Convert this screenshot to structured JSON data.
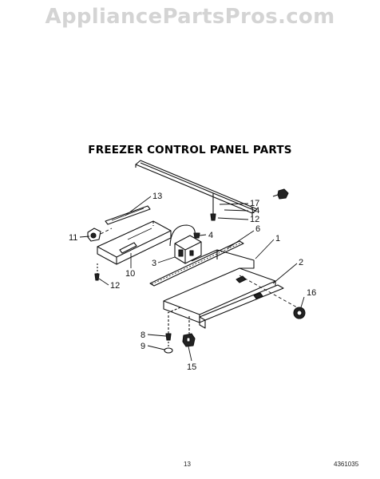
{
  "watermark": "AppliancePartsPros.com",
  "title": "FREEZER CONTROL PANEL PARTS",
  "callouts": {
    "c1": "1",
    "c2": "2",
    "c3": "3",
    "c4": "4",
    "c6": "6",
    "c8": "8",
    "c9": "9",
    "c10": "10",
    "c11": "11",
    "c12a": "12",
    "c12b": "12",
    "c13": "13",
    "c14": "14",
    "c15": "15",
    "c16": "16",
    "c17": "17"
  },
  "footer": {
    "page_number": "13",
    "document_number": "4361035"
  }
}
